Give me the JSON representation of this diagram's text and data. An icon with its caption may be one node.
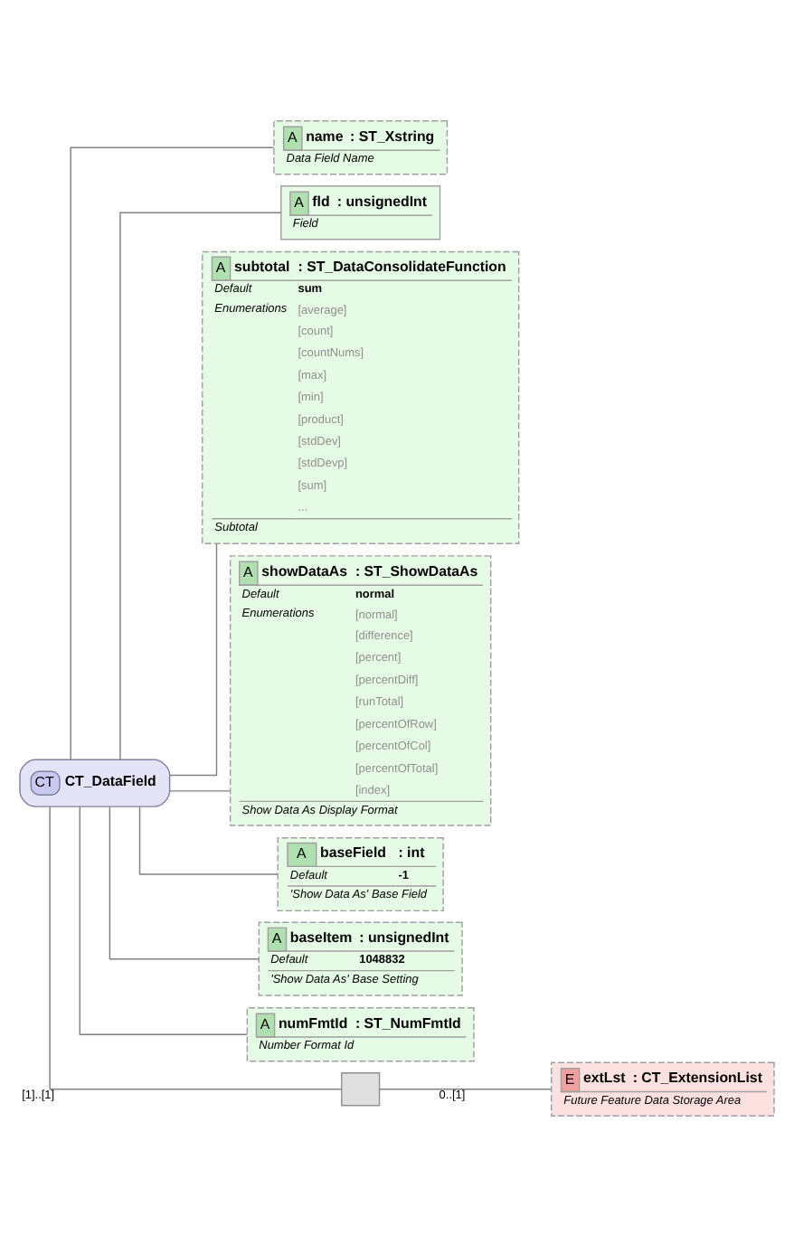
{
  "diagram": {
    "nodes": [
      {
        "text": [
          "CT",
          "CT_DataField"
        ]
      },
      {
        "text": [
          "A",
          "name",
          ": ST_Xstring",
          "Data Field Name"
        ]
      },
      {
        "text": [
          "A",
          "fld",
          ": unsignedInt",
          "Field"
        ]
      },
      {
        "text": [
          "A",
          "subtotal",
          ": ST_DataConsolidateFunction",
          "Default",
          "sum",
          "Enumerations",
          "[average]",
          "[count]",
          "[countNums]",
          "[max]",
          "[min]",
          "[product]",
          "[stdDev]",
          "[stdDevp]",
          "[sum]",
          "...",
          "Subtotal"
        ]
      },
      {
        "text": [
          "A",
          "showDataAs",
          ": ST_ShowDataAs",
          "Default",
          "normal",
          "Enumerations",
          "[normal]",
          "[difference]",
          "[percent]",
          "[percentDiff]",
          "[runTotal]",
          "[percentOfRow]",
          "[percentOfCol]",
          "[percentOfTotal]",
          "[index]",
          "Show Data As Display Format"
        ]
      },
      {
        "text": [
          "A",
          "baseField",
          ": int",
          "Default",
          "-1",
          "'Show Data As' Base Field"
        ]
      },
      {
        "text": [
          "A",
          "baseItem",
          ": unsignedInt",
          "Default",
          "1048832",
          "'Show Data As' Base Setting"
        ]
      },
      {
        "text": [
          "A",
          "numFmtId",
          ": ST_NumFmtId",
          "Number Format Id"
        ]
      },
      {
        "text": [],
        "shape": "box"
      },
      {
        "text": [
          "E",
          "extLst",
          ": CT_ExtensionList",
          "Future Feature Data Storage Area"
        ]
      }
    ],
    "edges": [
      {
        "from": 0,
        "to": 1,
        "arrow": "none"
      },
      {
        "from": 0,
        "to": 2,
        "arrow": "none"
      },
      {
        "from": 0,
        "to": 3,
        "arrow": "none"
      },
      {
        "from": 0,
        "to": 4,
        "arrow": "none"
      },
      {
        "from": 0,
        "to": 5,
        "arrow": "none"
      },
      {
        "from": 0,
        "to": 6,
        "arrow": "none"
      },
      {
        "from": 0,
        "to": 7,
        "arrow": "none"
      },
      {
        "from": 0,
        "to": 8,
        "label": "[1]..[1]",
        "arrow": "none"
      },
      {
        "from": 8,
        "to": 9,
        "label": "0..[1]",
        "arrow": "none"
      }
    ]
  }
}
